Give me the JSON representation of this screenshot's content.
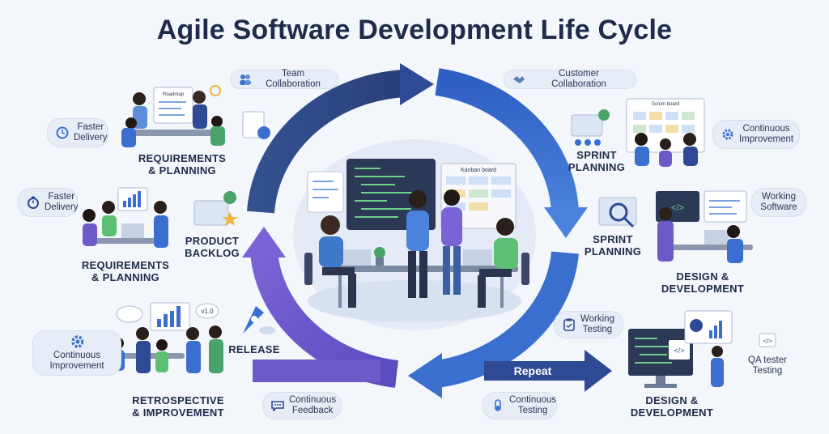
{
  "title": "Agile Software Development Life Cycle",
  "stages": {
    "requirements_top": "REQUIREMENTS\n& PLANNING",
    "requirements_mid": "REQUIREMENTS\n& PLANNING",
    "product_backlog": "PRODUCT\nBACKLOG",
    "release": "RELEASE",
    "retrospective": "RETROSPECTIVE\n& IMPROVEMENT",
    "sprint_planning_top": "SPRINT\nPLANNING",
    "sprint_planning_mid": "SPRINT\nPLANNING",
    "design_dev_mid": "DESIGN &\nDEVELOPMENT",
    "design_dev_bottom": "DESIGN &\nDEVELOPMENT"
  },
  "pills": {
    "team_collaboration": "Team Collaboration",
    "customer_collaboration": "Customer Collaboration",
    "faster_delivery_1": "Faster\nDelivery",
    "faster_delivery_2": "Faster\nDelivery",
    "continuous_improvement_right": "Continuous\nImprovement",
    "working_software": "Working\nSoftware",
    "working_testing": "Working\nTesting",
    "continuous_improvement_left": "Continuous\nImprovement",
    "continuous_feedback": "Continuous\nFeedback",
    "continuous_testing": "Continuous\nTesting",
    "qa_tester_testing": "QA tester\nTesting"
  },
  "repeat_label": "Repeat",
  "illustrations": {
    "kanban_board": "Kanban board",
    "scrum_board": "Scrum board",
    "roadmap": "Roadmap",
    "version": "v1.0"
  },
  "colors": {
    "title": "#1f2b4a",
    "arrow_dark": "#2f4a94",
    "arrow_blue": "#3a6fd0",
    "arrow_purple": "#6d5ac9",
    "pill_bg": "#e7edf6",
    "background": "#f3f6fb"
  }
}
